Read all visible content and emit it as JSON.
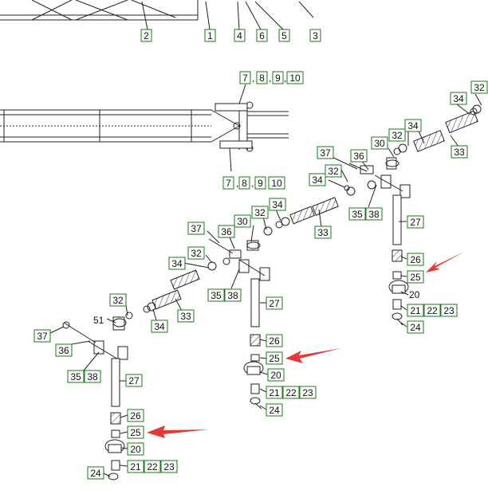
{
  "callouts_top": [
    "2",
    "1",
    "4",
    "6",
    "5",
    "3"
  ],
  "group_frame_top": [
    "7",
    "8",
    "9",
    "10"
  ],
  "group_frame_bottom": [
    "7",
    "8",
    "9",
    "10"
  ],
  "assembly_right": {
    "labels": [
      "32",
      "34",
      "32",
      "34",
      "30",
      "33",
      "37",
      "36",
      "32",
      "34",
      "35",
      "38",
      "27",
      "26",
      "25",
      "20",
      "21",
      "22",
      "23",
      "24"
    ]
  },
  "assembly_middle": {
    "labels": [
      "34",
      "32",
      "30",
      "33",
      "37",
      "36",
      "32",
      "34",
      "35",
      "38",
      "27",
      "26",
      "25",
      "20",
      "21",
      "22",
      "23",
      "24"
    ]
  },
  "assembly_left": {
    "labels": [
      "32",
      "51",
      "34",
      "33",
      "37",
      "36",
      "35",
      "38",
      "27",
      "26",
      "25",
      "20",
      "21",
      "22",
      "23",
      "24"
    ]
  },
  "arrow_color": "#e53935",
  "label_border_color": "#1a7a1a"
}
